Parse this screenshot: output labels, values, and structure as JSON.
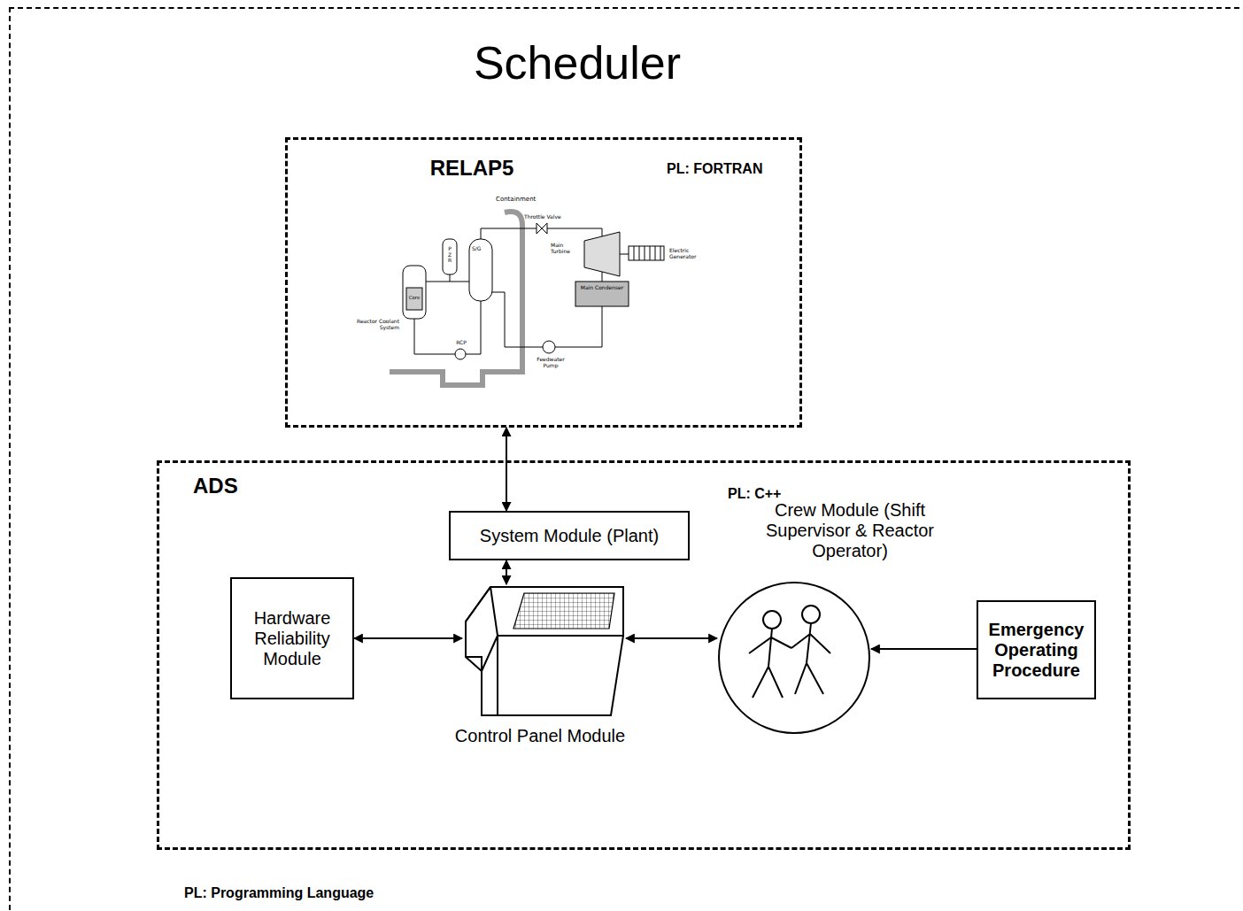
{
  "diagram": {
    "title": "Scheduler",
    "nodes": [
      {
        "text": [
          "Scheduler"
        ]
      },
      {
        "text": [
          "RELAP5",
          "PL: FORTRAN"
        ],
        "in": 0
      },
      {
        "text": [
          "ADS",
          "PL: C++"
        ],
        "in": 0
      },
      {
        "text": [
          "System Module (Plant)"
        ],
        "in": 2
      },
      {
        "text": [
          "Crew Module (Shift Supervisor & Reactor Operator)"
        ],
        "in": 2
      },
      {
        "text": [
          "Hardware Reliability Module"
        ],
        "in": 2
      },
      {
        "text": [
          "Control Panel Module"
        ],
        "in": 2
      },
      {
        "text": [
          "Emergency Operating Procedure"
        ],
        "in": 2
      }
    ],
    "edges": [
      {
        "from": 1,
        "to": 3,
        "arrow": "both"
      },
      {
        "from": 3,
        "to": 6,
        "arrow": "both"
      },
      {
        "from": 5,
        "to": 6,
        "arrow": "both"
      },
      {
        "from": 6,
        "to": 4,
        "arrow": "both"
      },
      {
        "from": 7,
        "to": 4,
        "arrow": "to"
      }
    ],
    "labels": [
      "Containment",
      "P Z R",
      "S/G",
      "Throttle Valve",
      "Main Turbine",
      "Electric Generator",
      "Main Condenser",
      "Feedwater Pump",
      "Core",
      "Reactor Coolant System",
      "RCP",
      "PL: Programming Language"
    ]
  }
}
